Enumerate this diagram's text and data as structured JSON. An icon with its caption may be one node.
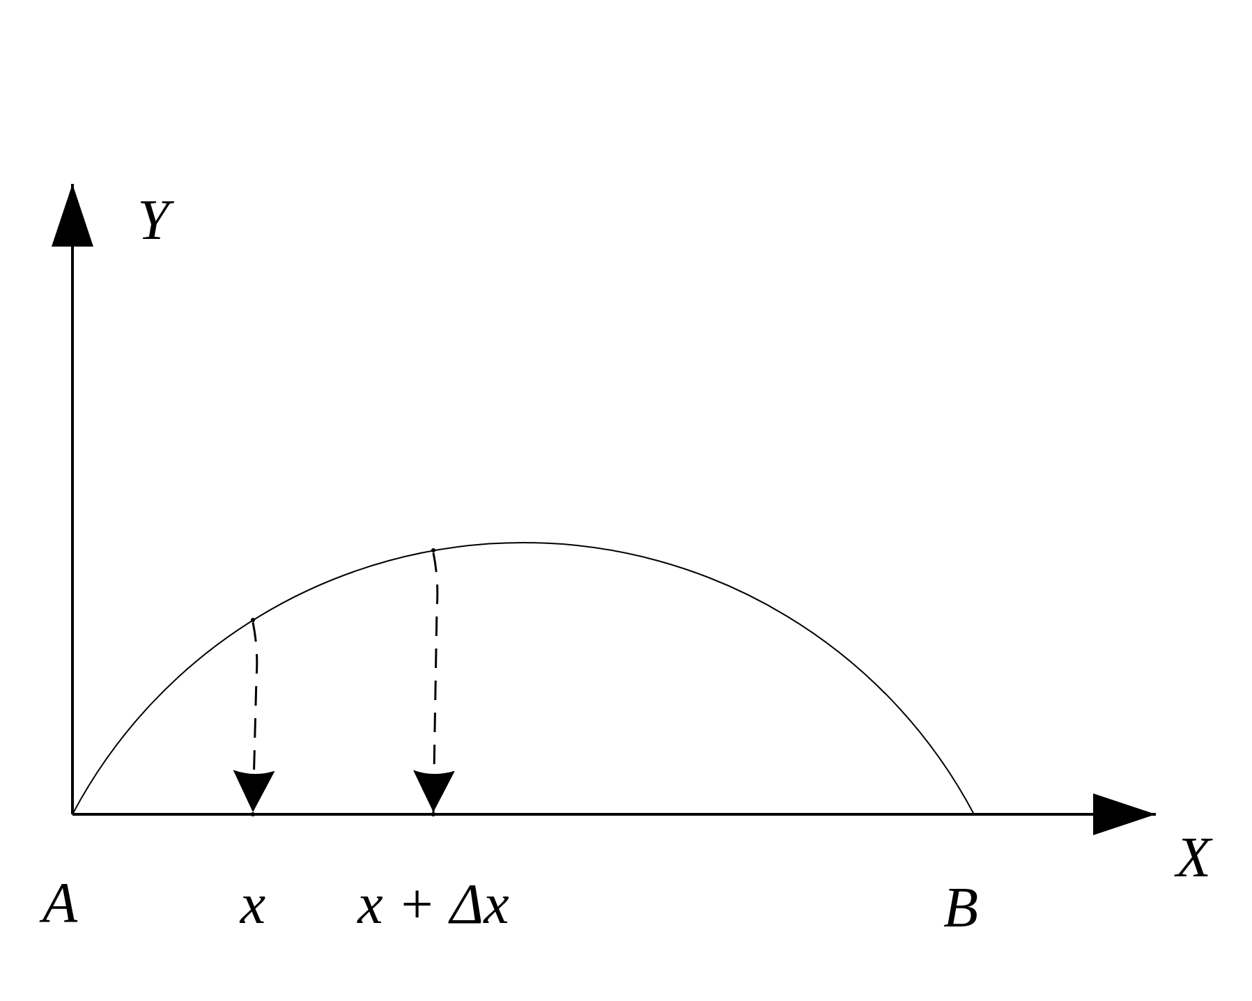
{
  "diagram": {
    "nodes": [
      {
        "text": [],
        "shape": "point"
      },
      {
        "text": [],
        "shape": "point",
        "beside": [
          "x"
        ]
      },
      {
        "text": [],
        "shape": "point"
      },
      {
        "text": [],
        "shape": "point",
        "beside": [
          "x + Δx"
        ]
      }
    ],
    "edges": [
      {
        "from": 0,
        "to": 1,
        "arrow": "to",
        "style": "dashed"
      },
      {
        "from": 2,
        "to": 3,
        "arrow": "to",
        "style": "dashed"
      }
    ],
    "labels": [
      "Y",
      "X",
      "A",
      "B"
    ]
  }
}
